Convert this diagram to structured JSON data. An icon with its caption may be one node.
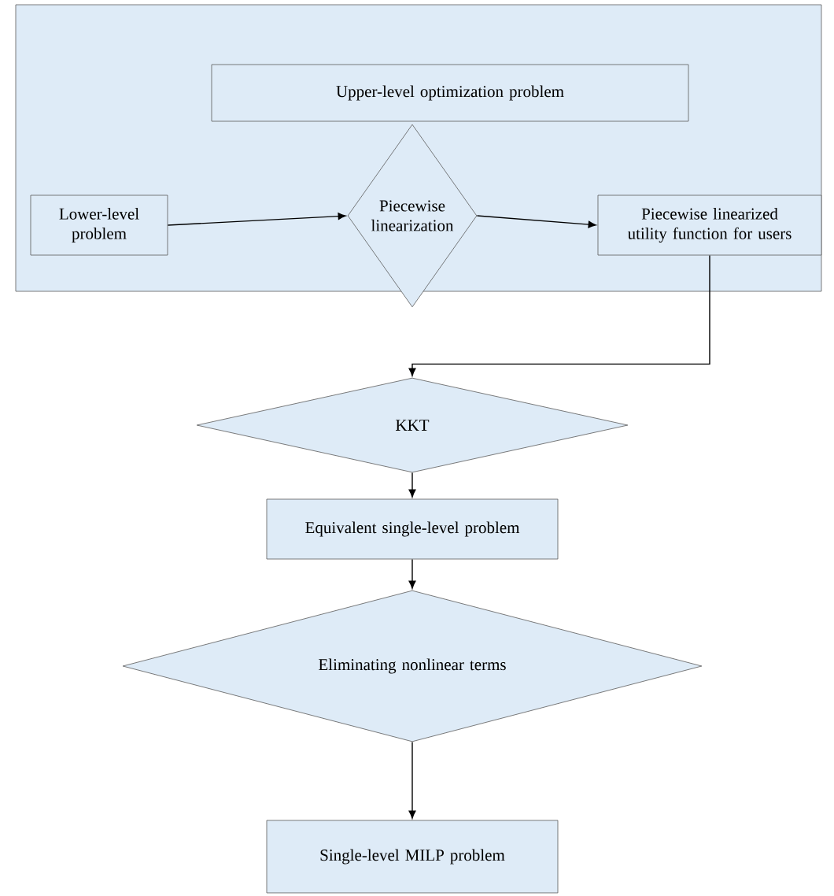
{
  "diagram": {
    "nodes": [
      {
        "text": [],
        "shape": "box"
      },
      {
        "text": [
          "Upper-level optimization problem"
        ],
        "in": 0
      },
      {
        "text": [
          "Lower-level problem"
        ],
        "in": 0
      },
      {
        "text": [
          "Piecewise linearization"
        ],
        "in": 0
      },
      {
        "text": [
          "Piecewise linearized utility function for users"
        ],
        "in": 0
      },
      {
        "text": [
          "KKT"
        ]
      },
      {
        "text": [
          "Equivalent single-level problem"
        ]
      },
      {
        "text": [
          "Eliminating nonlinear terms"
        ]
      },
      {
        "text": [
          "Single-level MILP problem"
        ]
      }
    ],
    "edges": [
      {
        "from": 2,
        "to": 3,
        "arrow": "to"
      },
      {
        "from": 3,
        "to": 4,
        "arrow": "to"
      },
      {
        "from": 4,
        "to": 5,
        "arrow": "to"
      },
      {
        "from": 5,
        "to": 6,
        "arrow": "to"
      },
      {
        "from": 6,
        "to": 7,
        "arrow": "to"
      },
      {
        "from": 7,
        "to": 8,
        "arrow": "to"
      }
    ]
  }
}
